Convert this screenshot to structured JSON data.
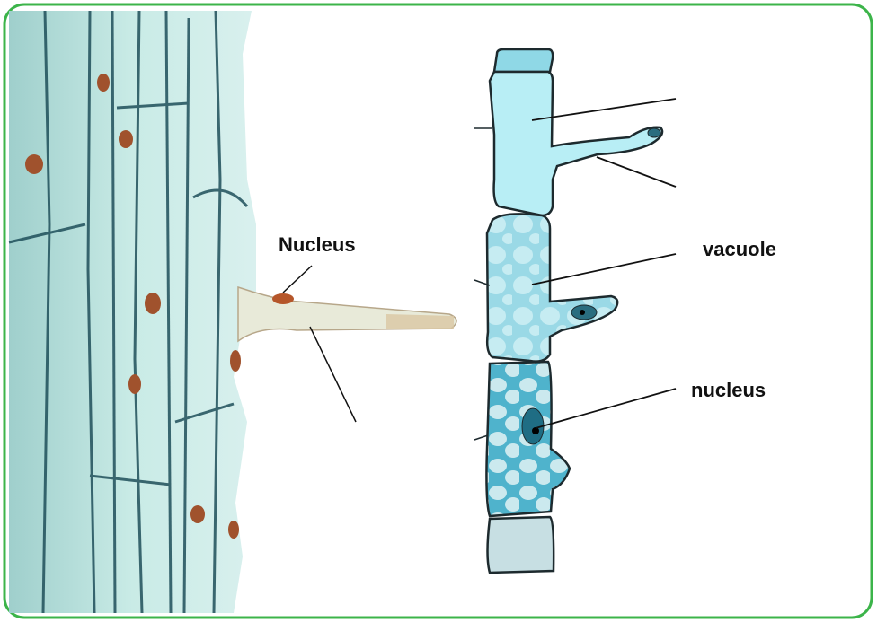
{
  "labels": {
    "photo_nucleus": "Nucleus",
    "vacuole": "vacuole",
    "nucleus": "nucleus"
  },
  "colors": {
    "frame": "#3cb44a",
    "cell_fill": "#8fd8e6",
    "cell_fill_light": "#b8eef5",
    "cell_outline": "#1d2a2e",
    "photo_base": "#bfe3de",
    "photo_wall": "#1f4f5a",
    "photo_nucleus": "#a0522d"
  }
}
